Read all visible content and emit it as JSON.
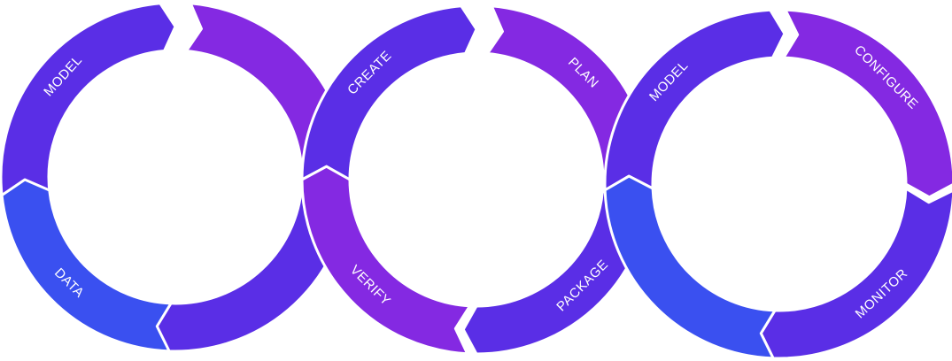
{
  "diagram": {
    "colors": {
      "blue": "#3a50f0",
      "indigo": "#5a2ee6",
      "purple": "#8429e2",
      "background": "#ffffff"
    },
    "rings": [
      {
        "name": "ring-1",
        "segments": [
          {
            "label": "MODEL",
            "color": "indigo"
          },
          {
            "label": "",
            "color": "purple"
          },
          {
            "label": "",
            "color": "indigo"
          },
          {
            "label": "DATA",
            "color": "blue"
          }
        ]
      },
      {
        "name": "ring-2",
        "segments": [
          {
            "label": "CREATE",
            "color": "indigo"
          },
          {
            "label": "PLAN",
            "color": "purple"
          },
          {
            "label": "PACKAGE",
            "color": "indigo"
          },
          {
            "label": "VERIFY",
            "color": "purple"
          }
        ]
      },
      {
        "name": "ring-3",
        "segments": [
          {
            "label": "MODEL",
            "color": "indigo"
          },
          {
            "label": "CONFIGURE",
            "color": "purple"
          },
          {
            "label": "MONITOR",
            "color": "indigo"
          },
          {
            "label": "",
            "color": "blue"
          }
        ]
      }
    ]
  }
}
